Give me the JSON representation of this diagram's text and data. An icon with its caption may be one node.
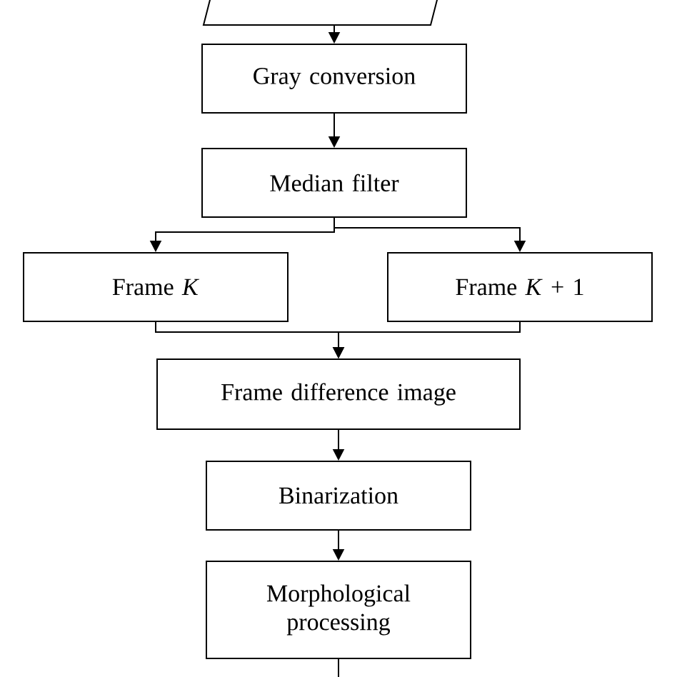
{
  "diagram": {
    "nodes": [
      {
        "text": [],
        "shape": "parallelogram"
      },
      {
        "text": [
          "Gray conversion"
        ]
      },
      {
        "text": [
          "Median filter"
        ]
      },
      {
        "text": [
          "Frame *K*"
        ]
      },
      {
        "text": [
          "Frame *K* + 1"
        ]
      },
      {
        "text": [
          "Frame difference image"
        ]
      },
      {
        "text": [
          "Binarization"
        ]
      },
      {
        "text": [
          "Morphological processing"
        ]
      }
    ],
    "edges": [
      {
        "from": 0,
        "to": 1,
        "arrow": "to"
      },
      {
        "from": 1,
        "to": 2,
        "arrow": "to"
      },
      {
        "from": 2,
        "to": 3,
        "arrow": "to"
      },
      {
        "from": 2,
        "to": 4,
        "arrow": "to"
      },
      {
        "from": 3,
        "to": 5,
        "arrow": "to"
      },
      {
        "from": 4,
        "to": 5,
        "arrow": "to"
      },
      {
        "from": 5,
        "to": 6,
        "arrow": "to"
      },
      {
        "from": 6,
        "to": 7,
        "arrow": "to"
      },
      {
        "from": 7,
        "to": null,
        "arrow": "none"
      }
    ]
  }
}
